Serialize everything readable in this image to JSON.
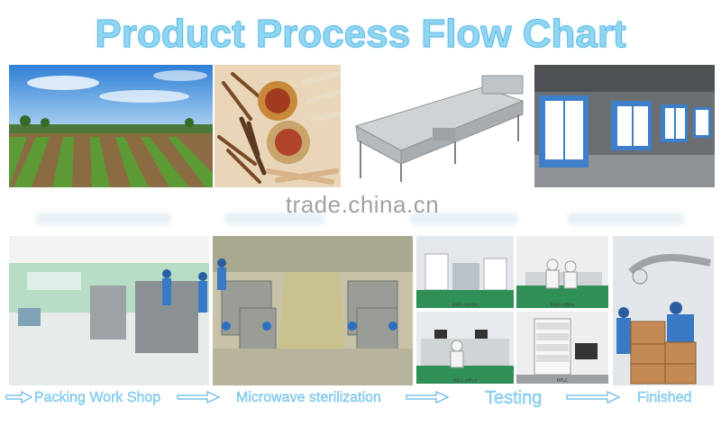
{
  "page": {
    "title": "Product Process Flow Chart",
    "watermark": "trade.china.cn"
  },
  "captions": {
    "packing": "Packing Work Shop",
    "microwave": "Microwave sterilization",
    "testing": "Testing",
    "finished": "Finished"
  },
  "lab_labels": {
    "rd_center": "R&D center",
    "rd_office_top": "R&D office",
    "rd_office_bottom": "R&D office",
    "hplc": "HPLC"
  },
  "colors": {
    "title": "#8fd6f2",
    "caption": "#9fdbf3",
    "arrow": "#5fb6e0"
  }
}
